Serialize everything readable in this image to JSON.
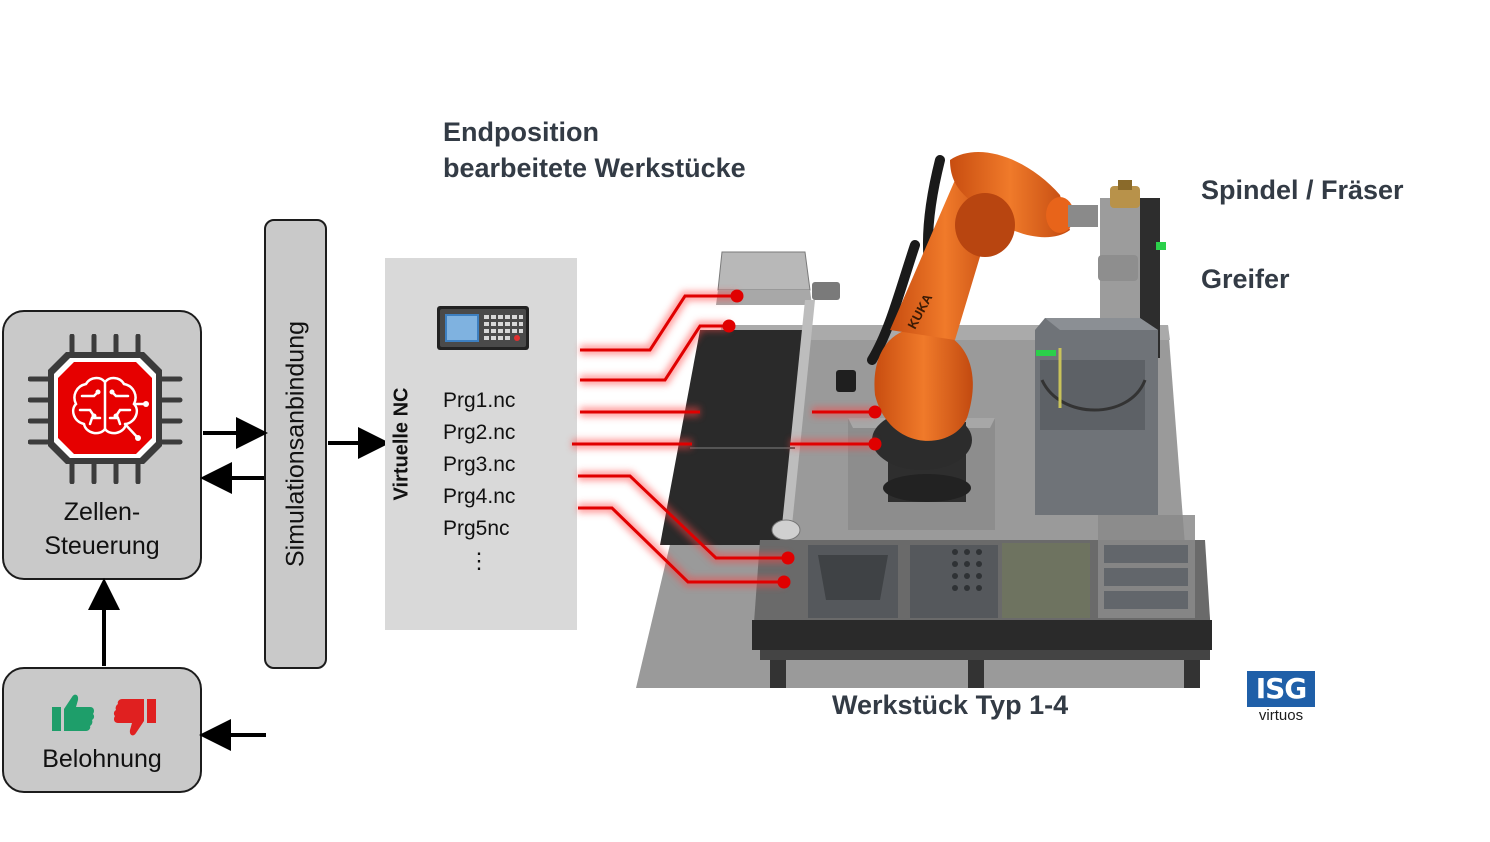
{
  "controller": {
    "label_line1": "Zellen-",
    "label_line2": "Steuerung"
  },
  "reward": {
    "label": "Belohnung"
  },
  "simulation": {
    "label": "Simulationsanbindung"
  },
  "virtual_nc": {
    "title": "Virtuelle NC",
    "programs": [
      "Prg1.nc",
      "Prg2.nc",
      "Prg3.nc",
      "Prg4.nc",
      "Prg5nc"
    ],
    "more": "⋮"
  },
  "annotations": {
    "end_position_line1": "Endposition",
    "end_position_line2": "bearbeitete Werkstücke",
    "spindle": "Spindel / Fräser",
    "gripper": "Greifer",
    "workpieces": "Werkstück Typ 1-4"
  },
  "logo": {
    "top": "ISG",
    "bottom": "virtuos"
  },
  "robot_brand": "KUKA",
  "colors": {
    "box_fill": "#c9c9c9",
    "panel_fill": "#d9d9d9",
    "signal_red": "#e00000",
    "robot_orange": "#e8641a",
    "thumb_up": "#1e9e6a",
    "thumb_down": "#e02020",
    "logo_blue": "#1f5fa8"
  }
}
